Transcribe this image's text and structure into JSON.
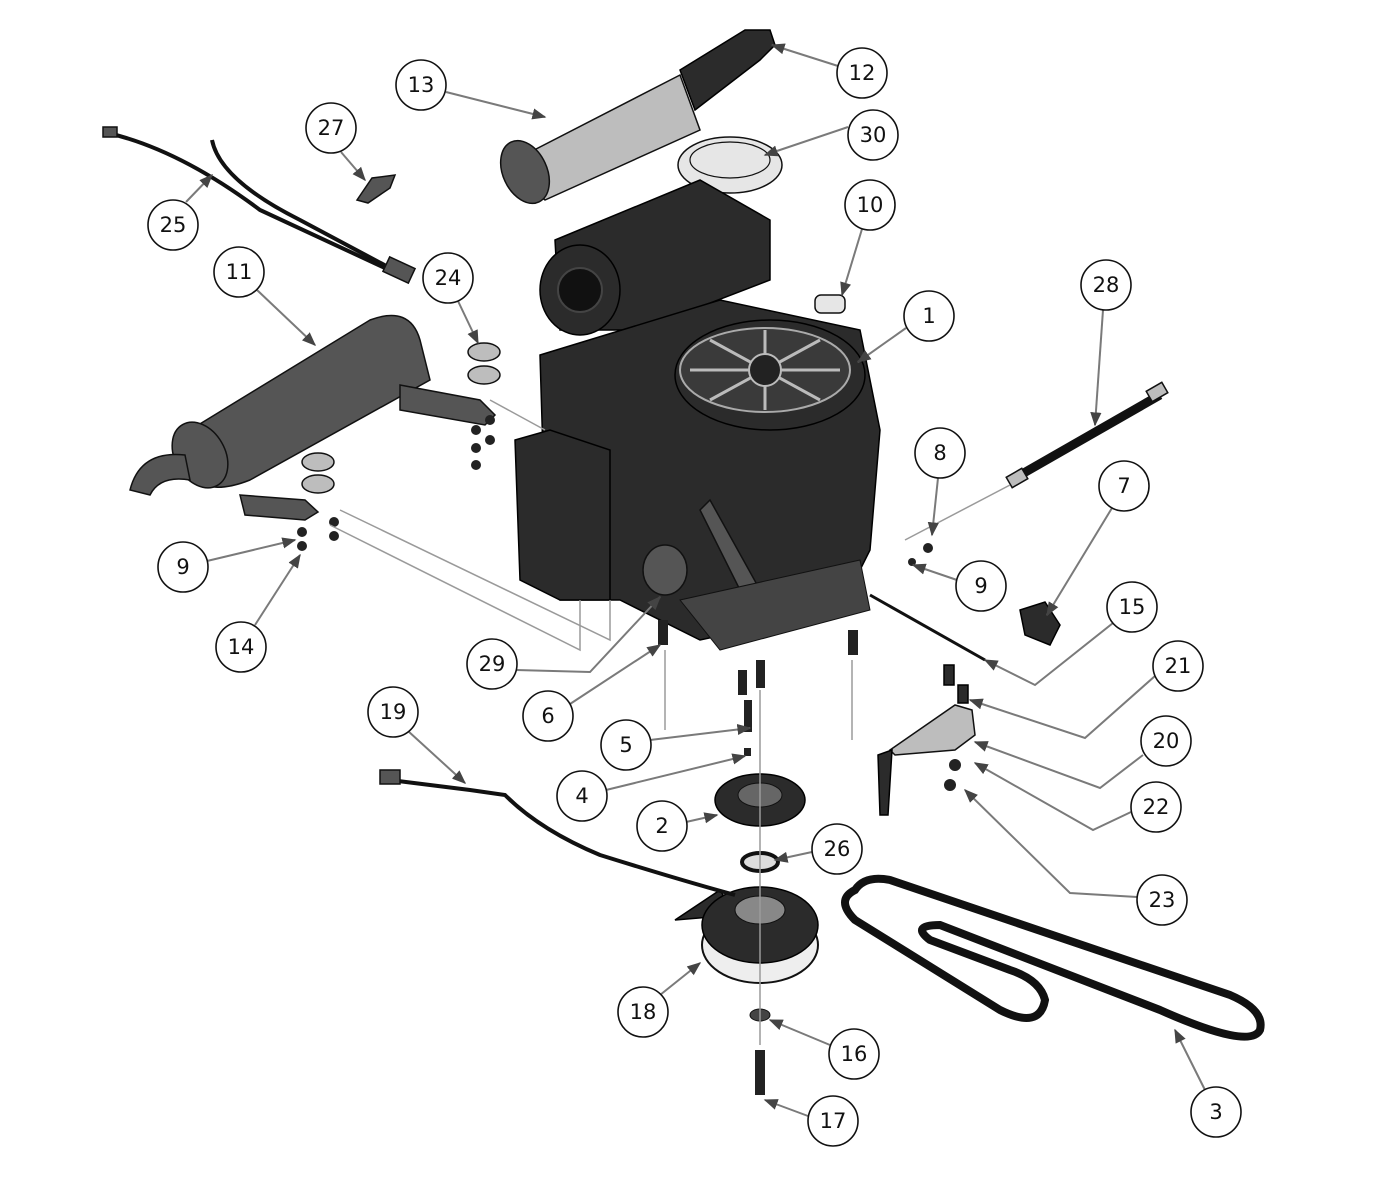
{
  "diagram": {
    "title": "Engine exploded parts diagram",
    "callouts": {
      "c1": "1",
      "c2": "2",
      "c3": "3",
      "c4": "4",
      "c5": "5",
      "c6": "6",
      "c7": "7",
      "c8": "8",
      "c9a": "9",
      "c9b": "9",
      "c10": "10",
      "c11": "11",
      "c12": "12",
      "c13": "13",
      "c14": "14",
      "c15": "15",
      "c16": "16",
      "c17": "17",
      "c18": "18",
      "c19": "19",
      "c20": "20",
      "c21": "21",
      "c22": "22",
      "c23": "23",
      "c24": "24",
      "c25": "25",
      "c26": "26",
      "c27": "27",
      "c28": "28",
      "c29": "29",
      "c30": "30"
    }
  }
}
